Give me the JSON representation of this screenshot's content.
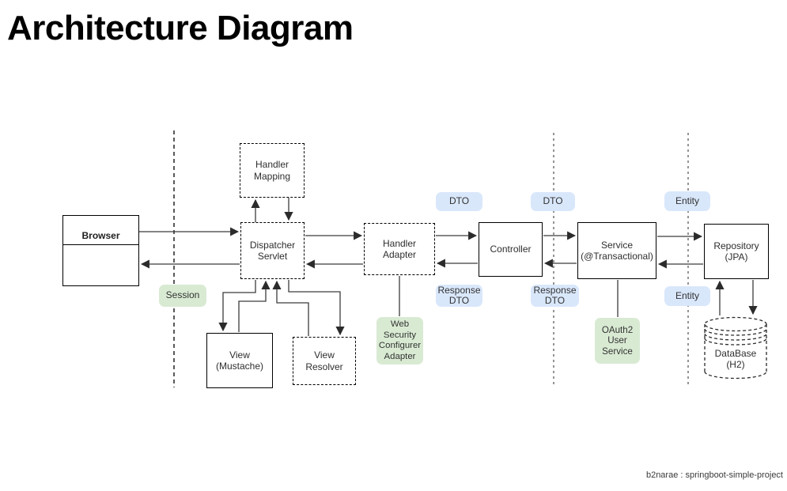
{
  "title": "Architecture Diagram",
  "footer": {
    "credit": "b2narae : springboot-simple-project"
  },
  "nodes": {
    "browser": {
      "label": "Browser"
    },
    "handler_mapping": {
      "label": "Handler\nMapping"
    },
    "dispatcher_servlet": {
      "label": "Dispatcher\nServlet"
    },
    "handler_adapter": {
      "label": "Handler\nAdapter"
    },
    "controller": {
      "label": "Controller"
    },
    "service": {
      "label": "Service\n(@Transactional)"
    },
    "repository": {
      "label": "Repository\n(JPA)"
    },
    "view_mustache": {
      "label": "View\n(Mustache)"
    },
    "view_resolver": {
      "label": "View\nResolver"
    },
    "database": {
      "label": "DataBase\n(H2)"
    }
  },
  "badges": {
    "session": {
      "label": "Session",
      "type": "green"
    },
    "web_security": {
      "label": "Web\nSecurity\nConfigurer\nAdapter",
      "type": "green"
    },
    "oauth2": {
      "label": "OAuth2\nUser\nService",
      "type": "green"
    },
    "dto_left": {
      "label": "DTO",
      "type": "blue"
    },
    "dto_right": {
      "label": "DTO",
      "type": "blue"
    },
    "response_dto_left": {
      "label": "Response\nDTO",
      "type": "blue"
    },
    "response_dto_right": {
      "label": "Response\nDTO",
      "type": "blue"
    },
    "entity_top": {
      "label": "Entity",
      "type": "blue"
    },
    "entity_bottom": {
      "label": "Entity",
      "type": "blue"
    }
  },
  "colors": {
    "badge_green": "#d9ead3",
    "badge_blue": "#d9e7fb",
    "node_border": "#000000",
    "connector": "#424242",
    "background": "#ffffff"
  },
  "edges": [
    {
      "from": "browser",
      "to": "dispatcher_servlet",
      "arrow": true
    },
    {
      "from": "dispatcher_servlet",
      "to": "browser",
      "arrow": true
    },
    {
      "from": "dispatcher_servlet",
      "to": "handler_mapping",
      "arrow": true
    },
    {
      "from": "handler_mapping",
      "to": "dispatcher_servlet",
      "arrow": true
    },
    {
      "from": "dispatcher_servlet",
      "to": "handler_adapter",
      "arrow": true
    },
    {
      "from": "handler_adapter",
      "to": "dispatcher_servlet",
      "arrow": true
    },
    {
      "from": "handler_adapter",
      "to": "controller",
      "arrow": true
    },
    {
      "from": "controller",
      "to": "handler_adapter",
      "arrow": true
    },
    {
      "from": "controller",
      "to": "service",
      "arrow": true
    },
    {
      "from": "service",
      "to": "controller",
      "arrow": true
    },
    {
      "from": "service",
      "to": "repository",
      "arrow": true
    },
    {
      "from": "repository",
      "to": "service",
      "arrow": true
    },
    {
      "from": "dispatcher_servlet",
      "to": "view_mustache",
      "arrow": true
    },
    {
      "from": "view_mustache",
      "to": "dispatcher_servlet",
      "arrow": true
    },
    {
      "from": "view_resolver",
      "to": "dispatcher_servlet",
      "arrow": true
    },
    {
      "from": "dispatcher_servlet",
      "to": "view_resolver",
      "arrow": true
    },
    {
      "from": "web_security",
      "to": "handler_adapter",
      "arrow": false
    },
    {
      "from": "oauth2",
      "to": "service",
      "arrow": false
    },
    {
      "from": "database",
      "to": "repository",
      "arrow": true
    },
    {
      "from": "repository",
      "to": "database",
      "arrow": true
    }
  ]
}
